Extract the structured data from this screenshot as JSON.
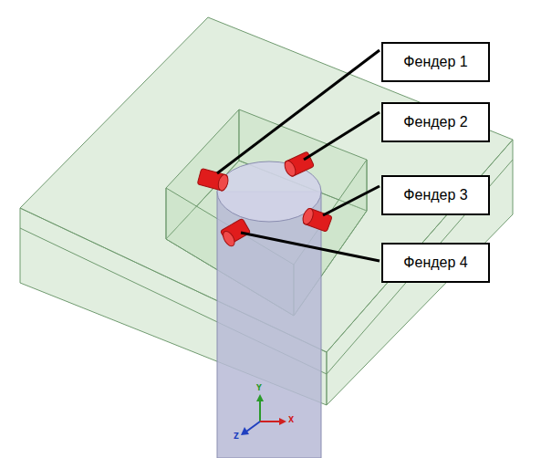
{
  "diagram": {
    "nodes": [
      {
        "text": [
          "Фендер 1"
        ]
      },
      {
        "text": [
          "Фендер 2"
        ]
      },
      {
        "text": [
          "Фендер 3"
        ]
      },
      {
        "text": [
          "Фендер 4"
        ]
      }
    ],
    "labels": [
      "Y",
      "X",
      "Z"
    ]
  }
}
